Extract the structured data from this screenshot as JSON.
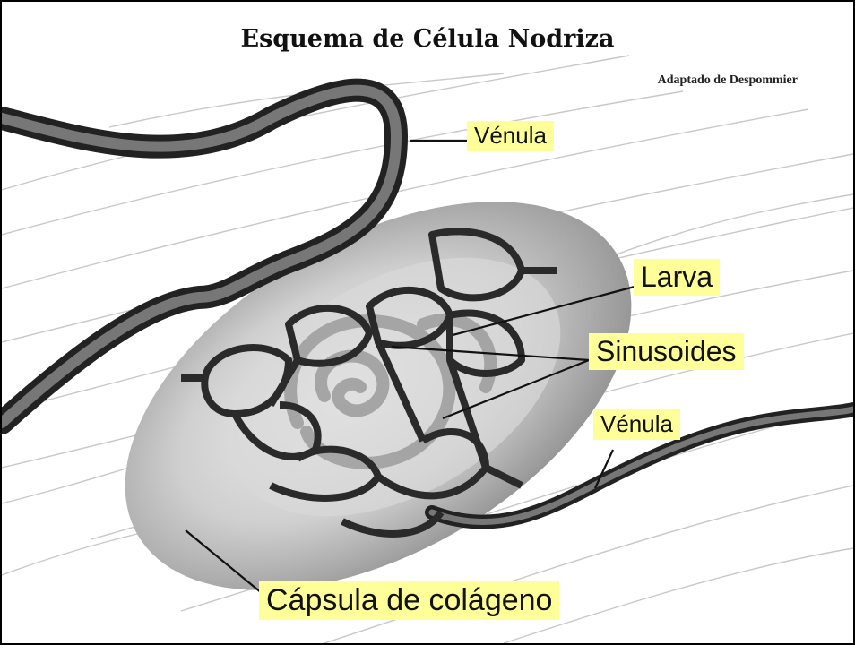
{
  "title": "Esquema de Célula Nodriza",
  "credit": "Adaptado de Despommier",
  "labels": {
    "venula_top": "Vénula",
    "larva": "Larva",
    "sinusoides": "Sinusoides",
    "venula_right": "Vénula",
    "capsula": "Cápsula de colágeno"
  },
  "colors": {
    "highlight": "#ffff99",
    "vessel": "#2a2a2a",
    "capsule": "#bdbdbd",
    "muscle_lines": "#c8c8c8"
  }
}
